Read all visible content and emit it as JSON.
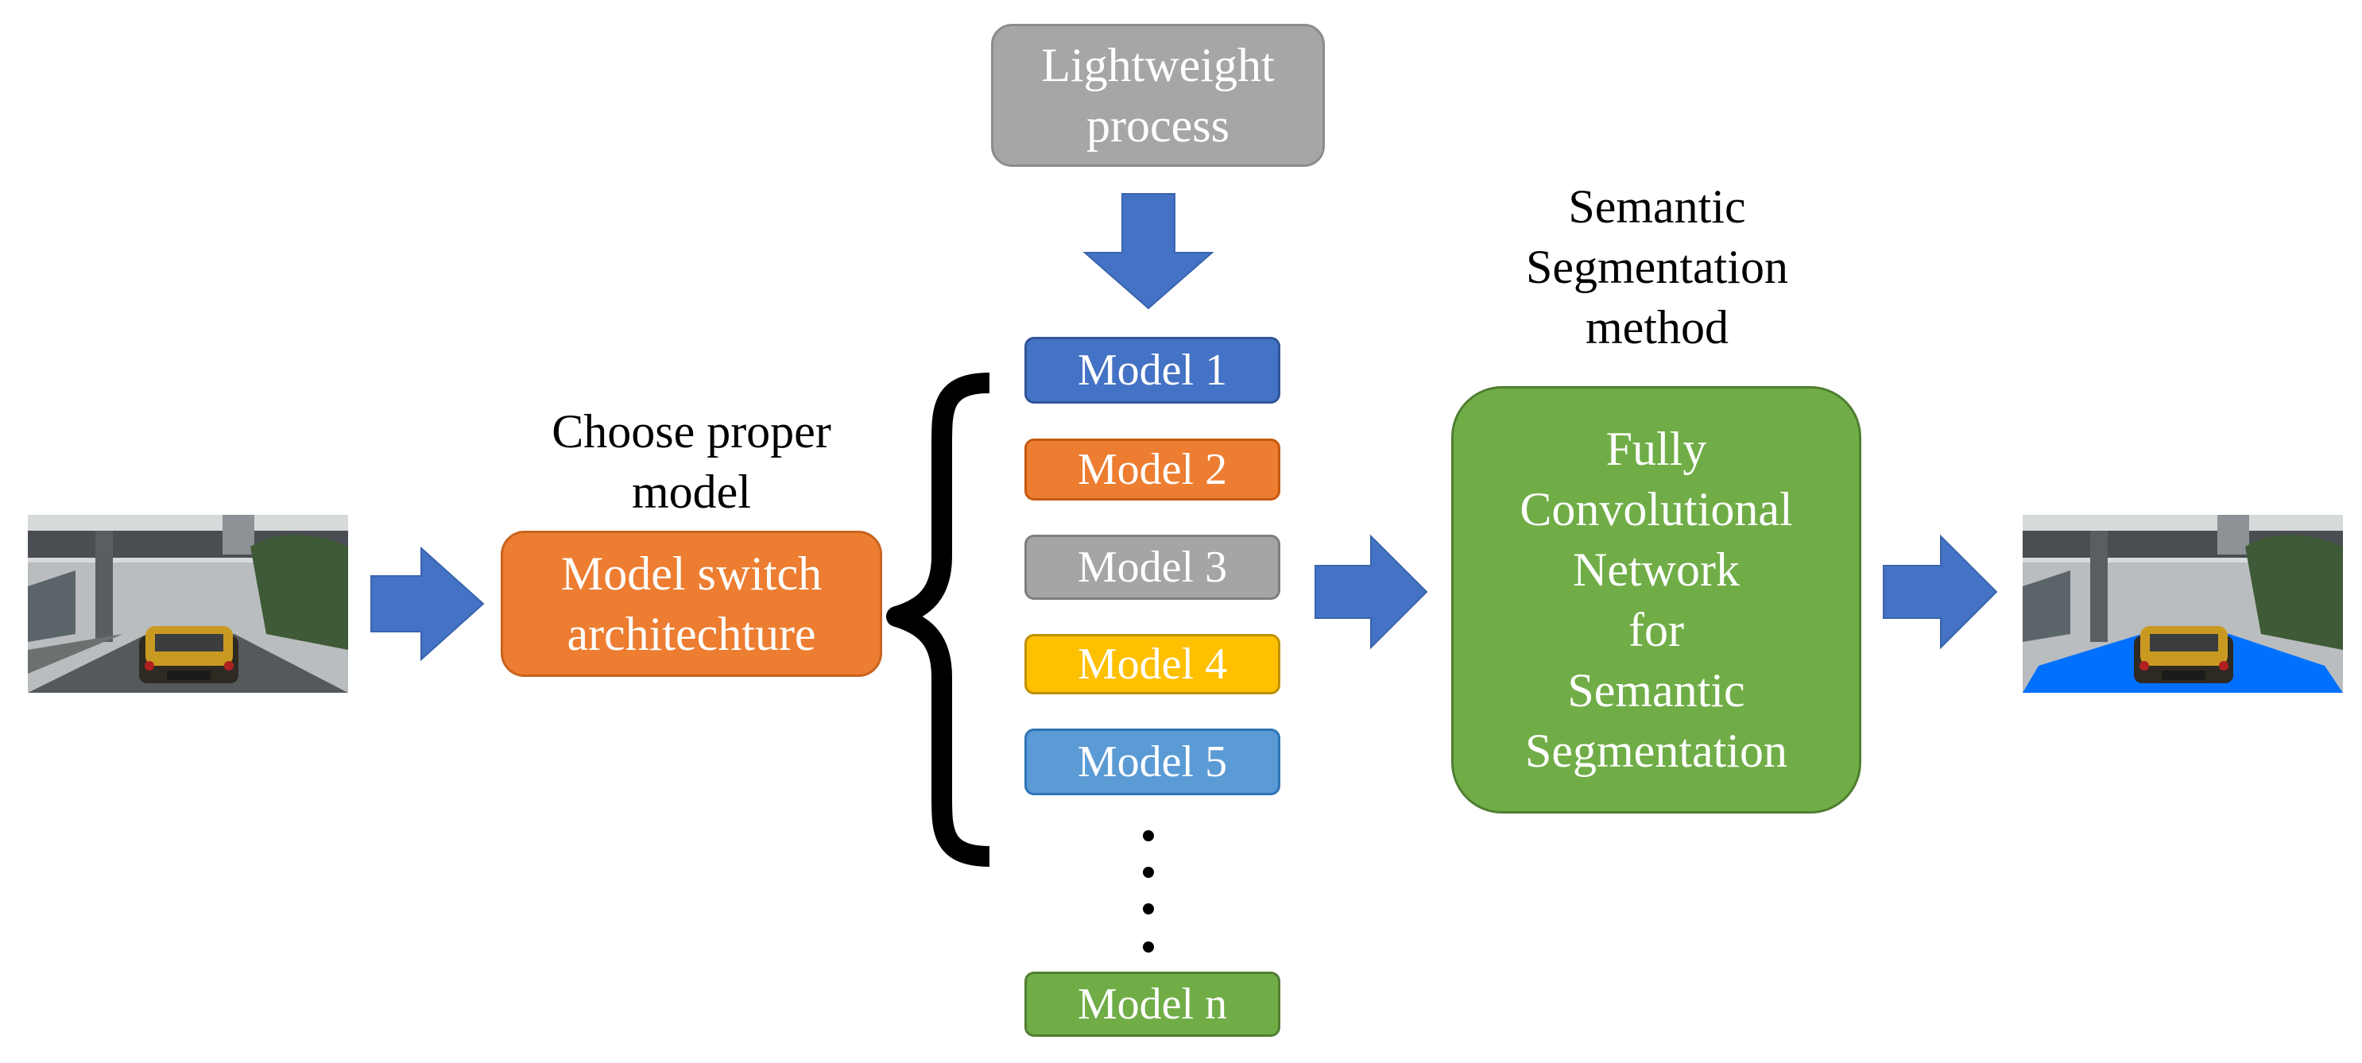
{
  "lightweight": {
    "text": "Lightweight\nprocess",
    "color": "#a6a6a6"
  },
  "choose_label": "Choose proper\nmodel",
  "switch_box": {
    "text": "Model switch\narchitechture",
    "color": "#ed7d31"
  },
  "semantic_label": "Semantic\nSegmentation\nmethod",
  "fcn_box": {
    "text": "Fully\nConvolutional\nNetwork\nfor\nSemantic\nSegmentation",
    "color": "#70ad47"
  },
  "models": [
    {
      "label": "Model 1",
      "color": "#4472c4"
    },
    {
      "label": "Model 2",
      "color": "#ed7d31"
    },
    {
      "label": "Model 3",
      "color": "#a5a5a5"
    },
    {
      "label": "Model 4",
      "color": "#ffc000"
    },
    {
      "label": "Model 5",
      "color": "#5b9bd5"
    },
    {
      "label": "Model n",
      "color": "#70ad47"
    }
  ],
  "colors": {
    "arrow": "#4472c4",
    "segmentation_overlay": "#0070ff"
  },
  "icons": {
    "input_image": "street-scene-photo",
    "output_image": "segmented-street-scene-photo"
  }
}
